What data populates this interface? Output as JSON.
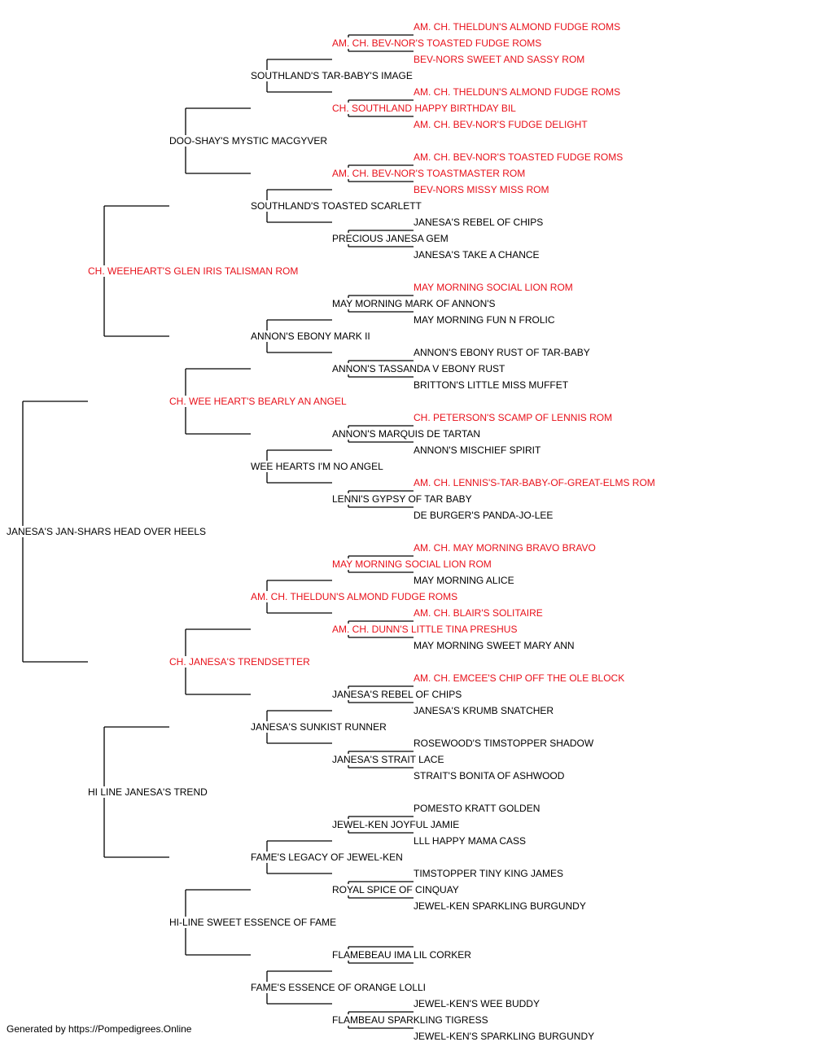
{
  "colors": {
    "titled": "#e8101a",
    "normal": "#000000",
    "connector": "#000000"
  },
  "pedigree": {
    "subject": "JANESA'S JAN-SHARS HEAD OVER HEELS",
    "nodes": [
      {
        "name": "JANESA'S JAN-SHARS HEAD OVER HEELS",
        "gen": 0,
        "slot": 31.5,
        "titled": false
      },
      {
        "name": "CH. WEEHEART'S GLEN IRIS TALISMAN ROM",
        "gen": 1,
        "slot": 15.5,
        "titled": true
      },
      {
        "name": "HI LINE JANESA'S TREND",
        "gen": 1,
        "slot": 47.5,
        "titled": false
      },
      {
        "name": "DOO-SHAY'S MYSTIC MACGYVER",
        "gen": 2,
        "slot": 7.5,
        "titled": false
      },
      {
        "name": "CH. WEE HEART'S BEARLY AN ANGEL",
        "gen": 2,
        "slot": 23.5,
        "titled": true
      },
      {
        "name": "CH. JANESA'S TRENDSETTER",
        "gen": 2,
        "slot": 39.5,
        "titled": true
      },
      {
        "name": "HI-LINE SWEET ESSENCE OF FAME",
        "gen": 2,
        "slot": 55.5,
        "titled": false
      },
      {
        "name": "SOUTHLAND'S TAR-BABY'S IMAGE",
        "gen": 3,
        "slot": 3.5,
        "titled": false
      },
      {
        "name": "SOUTHLAND'S TOASTED SCARLETT",
        "gen": 3,
        "slot": 11.5,
        "titled": false
      },
      {
        "name": "ANNON'S EBONY MARK II",
        "gen": 3,
        "slot": 19.5,
        "titled": false
      },
      {
        "name": "WEE HEARTS I'M NO ANGEL",
        "gen": 3,
        "slot": 27.5,
        "titled": false
      },
      {
        "name": "AM. CH. THELDUN'S ALMOND FUDGE ROMS",
        "gen": 3,
        "slot": 35.5,
        "titled": true
      },
      {
        "name": "JANESA'S SUNKIST RUNNER",
        "gen": 3,
        "slot": 43.5,
        "titled": false
      },
      {
        "name": "FAME'S LEGACY OF JEWEL-KEN",
        "gen": 3,
        "slot": 51.5,
        "titled": false
      },
      {
        "name": "FAME'S ESSENCE OF ORANGE LOLLI",
        "gen": 3,
        "slot": 59.5,
        "titled": false
      },
      {
        "name": "AM. CH. BEV-NOR'S TOASTED FUDGE ROMS",
        "gen": 4,
        "slot": 1.5,
        "titled": true
      },
      {
        "name": "CH. SOUTHLAND HAPPY BIRTHDAY BIL",
        "gen": 4,
        "slot": 5.5,
        "titled": true
      },
      {
        "name": "AM. CH. BEV-NOR'S TOASTMASTER ROM",
        "gen": 4,
        "slot": 9.5,
        "titled": true
      },
      {
        "name": "PRECIOUS JANESA GEM",
        "gen": 4,
        "slot": 13.5,
        "titled": false
      },
      {
        "name": "MAY MORNING MARK OF ANNON'S",
        "gen": 4,
        "slot": 17.5,
        "titled": false
      },
      {
        "name": "ANNON'S TASSANDA V EBONY RUST",
        "gen": 4,
        "slot": 21.5,
        "titled": false
      },
      {
        "name": "ANNON'S MARQUIS DE TARTAN",
        "gen": 4,
        "slot": 25.5,
        "titled": false
      },
      {
        "name": "LENNI'S GYPSY OF TAR BABY",
        "gen": 4,
        "slot": 29.5,
        "titled": false
      },
      {
        "name": "MAY MORNING SOCIAL LION ROM",
        "gen": 4,
        "slot": 33.5,
        "titled": true
      },
      {
        "name": "AM. CH. DUNN'S LITTLE TINA PRESHUS",
        "gen": 4,
        "slot": 37.5,
        "titled": true
      },
      {
        "name": "JANESA'S REBEL OF CHIPS",
        "gen": 4,
        "slot": 41.5,
        "titled": false
      },
      {
        "name": "JANESA'S STRAIT LACE",
        "gen": 4,
        "slot": 45.5,
        "titled": false
      },
      {
        "name": "JEWEL-KEN JOYFUL JAMIE",
        "gen": 4,
        "slot": 49.5,
        "titled": false
      },
      {
        "name": "ROYAL SPICE OF CINQUAY",
        "gen": 4,
        "slot": 53.5,
        "titled": false
      },
      {
        "name": "FLAMEBEAU IMA LIL CORKER",
        "gen": 4,
        "slot": 57.5,
        "titled": false
      },
      {
        "name": "FLAMBEAU SPARKLING TIGRESS",
        "gen": 4,
        "slot": 61.5,
        "titled": false
      },
      {
        "name": "AM. CH. THELDUN'S ALMOND FUDGE ROMS",
        "gen": 5,
        "slot": 0.5,
        "titled": true
      },
      {
        "name": "BEV-NORS SWEET AND SASSY ROM",
        "gen": 5,
        "slot": 2.5,
        "titled": true
      },
      {
        "name": "AM. CH. THELDUN'S ALMOND FUDGE ROMS",
        "gen": 5,
        "slot": 4.5,
        "titled": true
      },
      {
        "name": "AM. CH. BEV-NOR'S FUDGE DELIGHT",
        "gen": 5,
        "slot": 6.5,
        "titled": true
      },
      {
        "name": "AM. CH. BEV-NOR'S TOASTED FUDGE ROMS",
        "gen": 5,
        "slot": 8.5,
        "titled": true
      },
      {
        "name": "BEV-NORS MISSY MISS ROM",
        "gen": 5,
        "slot": 10.5,
        "titled": true
      },
      {
        "name": "JANESA'S REBEL OF CHIPS",
        "gen": 5,
        "slot": 12.5,
        "titled": false
      },
      {
        "name": "JANESA'S TAKE A CHANCE",
        "gen": 5,
        "slot": 14.5,
        "titled": false
      },
      {
        "name": "MAY MORNING SOCIAL LION ROM",
        "gen": 5,
        "slot": 16.5,
        "titled": true
      },
      {
        "name": "MAY MORNING FUN N FROLIC",
        "gen": 5,
        "slot": 18.5,
        "titled": false
      },
      {
        "name": "ANNON'S EBONY RUST OF TAR-BABY",
        "gen": 5,
        "slot": 20.5,
        "titled": false
      },
      {
        "name": "BRITTON'S LITTLE MISS MUFFET",
        "gen": 5,
        "slot": 22.5,
        "titled": false
      },
      {
        "name": "CH. PETERSON'S SCAMP OF LENNIS ROM",
        "gen": 5,
        "slot": 24.5,
        "titled": true
      },
      {
        "name": "ANNON'S MISCHIEF SPIRIT",
        "gen": 5,
        "slot": 26.5,
        "titled": false
      },
      {
        "name": "AM. CH. LENNIS'S-TAR-BABY-OF-GREAT-ELMS ROM",
        "gen": 5,
        "slot": 28.5,
        "titled": true
      },
      {
        "name": "DE BURGER'S PANDA-JO-LEE",
        "gen": 5,
        "slot": 30.5,
        "titled": false
      },
      {
        "name": "AM. CH. MAY MORNING BRAVO BRAVO",
        "gen": 5,
        "slot": 32.5,
        "titled": true
      },
      {
        "name": "MAY MORNING ALICE",
        "gen": 5,
        "slot": 34.5,
        "titled": false
      },
      {
        "name": "AM. CH. BLAIR'S SOLITAIRE",
        "gen": 5,
        "slot": 36.5,
        "titled": true
      },
      {
        "name": "MAY MORNING SWEET MARY ANN",
        "gen": 5,
        "slot": 38.5,
        "titled": false
      },
      {
        "name": "AM. CH. EMCEE'S CHIP OFF THE OLE BLOCK",
        "gen": 5,
        "slot": 40.5,
        "titled": true
      },
      {
        "name": "JANESA'S KRUMB SNATCHER",
        "gen": 5,
        "slot": 42.5,
        "titled": false
      },
      {
        "name": "ROSEWOOD'S TIMSTOPPER SHADOW",
        "gen": 5,
        "slot": 44.5,
        "titled": false
      },
      {
        "name": "STRAIT'S BONITA OF ASHWOOD",
        "gen": 5,
        "slot": 46.5,
        "titled": false
      },
      {
        "name": "POMESTO KRATT GOLDEN",
        "gen": 5,
        "slot": 48.5,
        "titled": false
      },
      {
        "name": "LLL HAPPY MAMA CASS",
        "gen": 5,
        "slot": 50.5,
        "titled": false
      },
      {
        "name": "TIMSTOPPER TINY KING JAMES",
        "gen": 5,
        "slot": 52.5,
        "titled": false
      },
      {
        "name": "JEWEL-KEN SPARKLING BURGUNDY",
        "gen": 5,
        "slot": 54.5,
        "titled": false
      },
      {
        "name": "",
        "gen": 5,
        "slot": 56.5,
        "titled": false
      },
      {
        "name": "",
        "gen": 5,
        "slot": 58.5,
        "titled": false
      },
      {
        "name": "JEWEL-KEN'S WEE BUDDY",
        "gen": 5,
        "slot": 60.5,
        "titled": false
      },
      {
        "name": "JEWEL-KEN'S SPARKLING BURGUNDY",
        "gen": 5,
        "slot": 62.5,
        "titled": false
      }
    ]
  },
  "footer": {
    "text": "Generated by https://Pompedigrees.Online"
  }
}
